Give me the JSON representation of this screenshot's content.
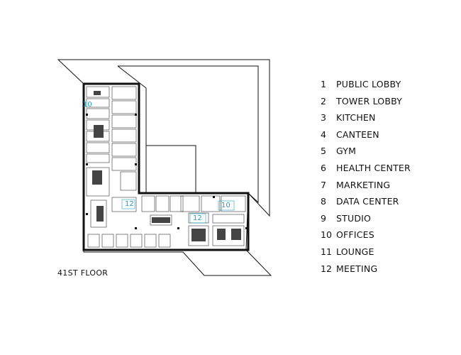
{
  "caption": "41ST FLOOR",
  "legend": [
    {
      "num": "1",
      "name": "PUBLIC LOBBY"
    },
    {
      "num": "2",
      "name": "TOWER LOBBY"
    },
    {
      "num": "3",
      "name": "KITCHEN"
    },
    {
      "num": "4",
      "name": "CANTEEN"
    },
    {
      "num": "5",
      "name": "GYM"
    },
    {
      "num": "6",
      "name": "HEALTH CENTER"
    },
    {
      "num": "7",
      "name": "MARKETING"
    },
    {
      "num": "8",
      "name": "DATA CENTER"
    },
    {
      "num": "9",
      "name": "STUDIO"
    },
    {
      "num": "10",
      "name": "OFFICES"
    },
    {
      "num": "11",
      "name": "LOUNGE"
    },
    {
      "num": "12",
      "name": "MEETING"
    }
  ],
  "room_tags": [
    "10",
    "12",
    "12",
    "10"
  ],
  "colors": {
    "line": "#111111",
    "accent": "#1e9ec4"
  }
}
